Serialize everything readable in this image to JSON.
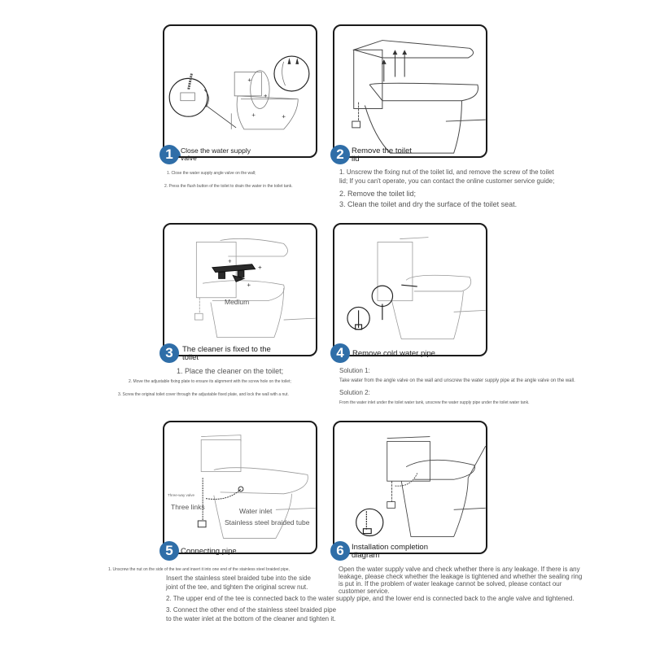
{
  "steps": [
    {
      "number": "1",
      "title": "Close the water supply valve",
      "lines": [
        "1. Close the water supply angle valve on the wall;",
        "2. Press the flush button of the toilet to drain the water in the toilet tank."
      ]
    },
    {
      "number": "2",
      "title": "Remove the toilet lid",
      "lines": [
        "1. Unscrew the fixing nut of the toilet lid, and remove the screw of the toilet",
        "lid; If you can't operate, you can contact the online customer service guide;",
        "2. Remove the toilet lid;",
        "3. Clean the toilet and dry the surface of the toilet seat."
      ]
    },
    {
      "number": "3",
      "title": "The cleaner is fixed to the toilet",
      "image_label": "Medium",
      "lines": [
        "1. Place the cleaner on the toilet;",
        "2. Move the adjustable fixing plate to ensure its alignment with the screw hole on the toilet;",
        "3. Screw the original toilet cover through the adjustable fixed plate, and lock the wall with a nut."
      ]
    },
    {
      "number": "4",
      "title": "Remove cold water pipe",
      "lines": [
        "Solution 1:",
        "Take water from the angle valve on the wall and unscrew the water supply pipe at the angle valve on the wall.",
        "Solution 2:",
        "From the water inlet under the toilet water tank, unscrew the water supply pipe under the toilet water tank."
      ]
    },
    {
      "number": "5",
      "title": "Connecting pipe",
      "image_labels": {
        "tee_small": "Three-way valve",
        "tee": "Three links",
        "inlet": "Water inlet",
        "tube": "Stainless steel braided tube"
      },
      "lines": [
        "1. Unscrew the nut on the side of the tee and insert it into one end of the stainless steel braided pipe,",
        "Insert the stainless steel braided tube into the side",
        "joint of the tee, and tighten the original screw nut.",
        "2. The upper end of the tee is connected back to the water supply pipe, and the lower end is connected back to the angle valve and tightened.",
        "3. Connect the other end of the stainless steel braided pipe",
        "to the water inlet at the bottom of the cleaner and tighten it."
      ]
    },
    {
      "number": "6",
      "title": "Installation completion diagram",
      "paragraph": "Open the water supply valve and check whether there is any leakage. If there is any leakage, please check whether the leakage is tightened and whether the sealing ring is put in. If the problem of water leakage cannot be solved, please contact our customer service."
    }
  ],
  "colors": {
    "badge": "#2f6ea8",
    "border": "#1a1a1a",
    "text": "#555555"
  }
}
